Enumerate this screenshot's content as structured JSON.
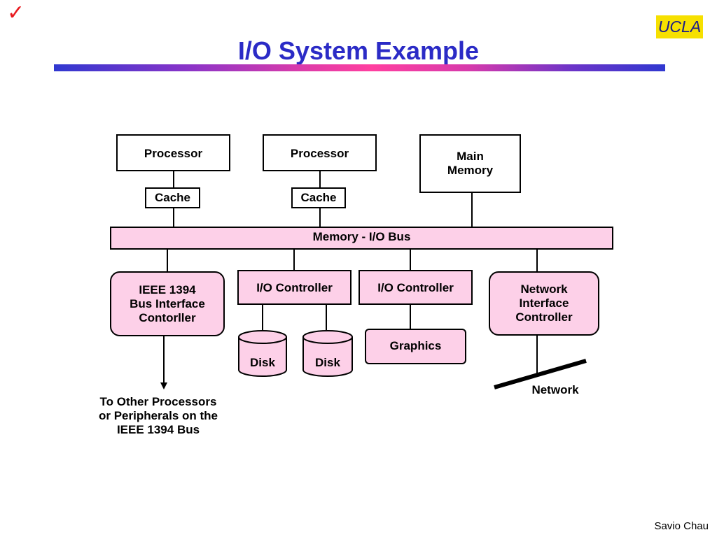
{
  "slide": {
    "title": "I/O System Example",
    "logo_text": "UCLA",
    "check_mark": "✓",
    "author": "Savio Chau"
  },
  "diagram": {
    "processor_1": "Processor",
    "processor_2": "Processor",
    "main_memory": "Main\nMemory",
    "cache_1": "Cache",
    "cache_2": "Cache",
    "bus": "Memory - I/O Bus",
    "ieee_controller": "IEEE 1394\nBus Interface\nContorller",
    "io_controller_1": "I/O Controller",
    "io_controller_2": "I/O Controller",
    "network_controller": "Network\nInterface\nController",
    "disk_1": "Disk",
    "disk_2": "Disk",
    "graphics": "Graphics",
    "network_label": "Network",
    "ieee_destination": "To Other Processors\nor Peripherals on the\nIEEE 1394 Bus"
  },
  "colors": {
    "title": "#2b2bc6",
    "pink_fill": "#fdd0e8",
    "check": "#e8191e",
    "logo_bg": "#f6e000"
  }
}
